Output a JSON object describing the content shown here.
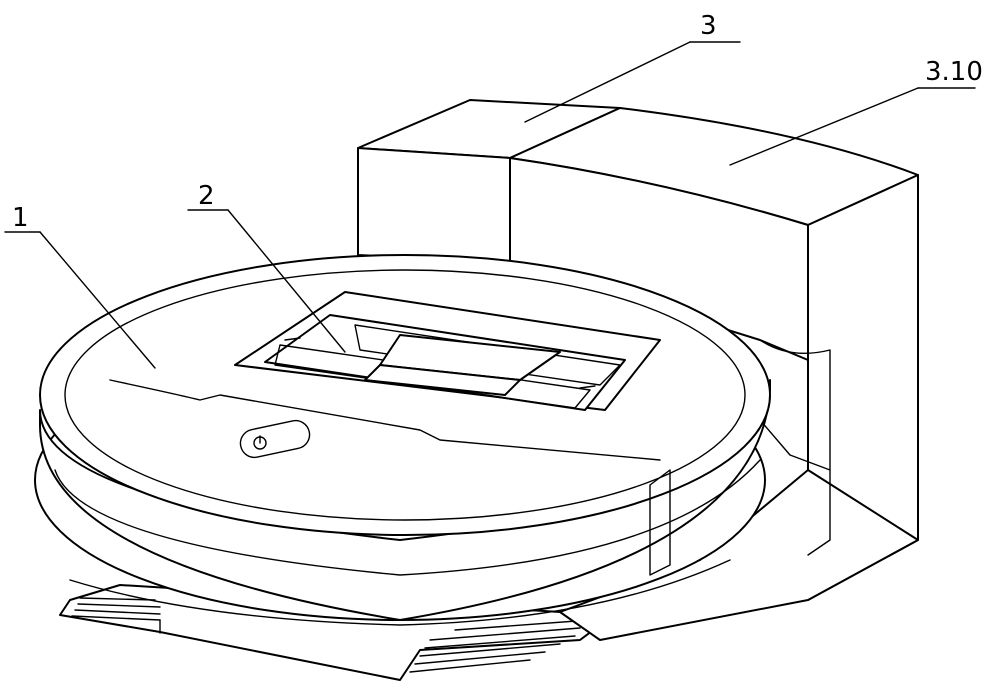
{
  "figure": {
    "labels": {
      "robot_body": "1",
      "top_panel": "2",
      "dock_station": "3",
      "dock_cover": "3.10"
    }
  }
}
